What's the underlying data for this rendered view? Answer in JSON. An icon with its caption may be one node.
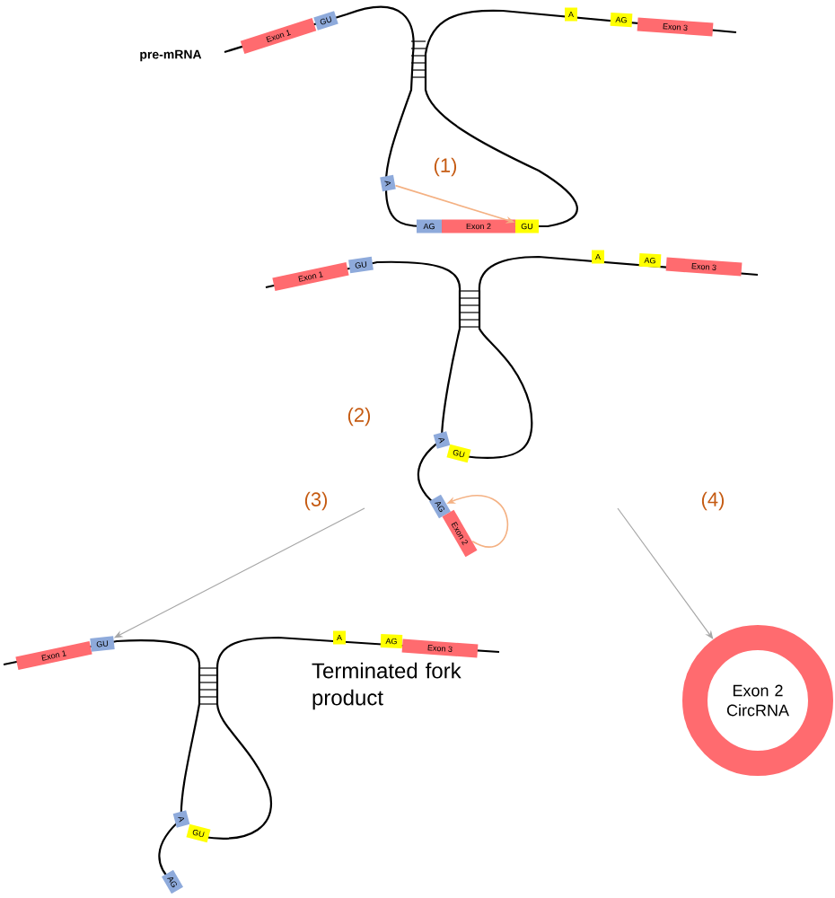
{
  "diagram": {
    "nodes": [
      {
        "text": [
          "Exon 1"
        ]
      },
      {
        "text": [
          "GU"
        ]
      },
      {
        "text": [
          "A"
        ]
      },
      {
        "text": [
          "AG"
        ]
      },
      {
        "text": [
          "Exon 3"
        ]
      },
      {
        "text": [
          "A"
        ]
      },
      {
        "text": [
          "AG"
        ]
      },
      {
        "text": [
          "Exon 2"
        ]
      },
      {
        "text": [
          "GU"
        ]
      },
      {
        "text": [
          "Exon 1"
        ]
      },
      {
        "text": [
          "GU"
        ]
      },
      {
        "text": [
          "A"
        ]
      },
      {
        "text": [
          "AG"
        ]
      },
      {
        "text": [
          "Exon 3"
        ]
      },
      {
        "text": [
          "A"
        ]
      },
      {
        "text": [
          "GU"
        ]
      },
      {
        "text": [
          "AG"
        ]
      },
      {
        "text": [
          "Exon 2"
        ]
      },
      {
        "text": [
          "Exon 1"
        ]
      },
      {
        "text": [
          "GU"
        ]
      },
      {
        "text": [
          "A"
        ]
      },
      {
        "text": [
          "AG"
        ]
      },
      {
        "text": [
          "Exon 3"
        ]
      },
      {
        "text": [
          "A"
        ]
      },
      {
        "text": [
          "GU"
        ]
      },
      {
        "text": [
          "AG"
        ]
      },
      {
        "text": [
          "Exon 2 CircRNA"
        ]
      }
    ],
    "edges": [
      {
        "from": 5,
        "to": 8,
        "arrow": "to",
        "color": "#f4b183"
      },
      {
        "from": 17,
        "to": 16,
        "arrow": "to",
        "color": "#f4b183"
      },
      {
        "from": null,
        "to": 19,
        "arrow": "to",
        "color": "#a6a6a6"
      },
      {
        "from": null,
        "to": 26,
        "arrow": "to",
        "color": "#a6a6a6"
      }
    ],
    "labels": [
      "pre-mRNA",
      "(1)",
      "(2)",
      "(3)",
      "(4)",
      "Terminated fork product"
    ]
  }
}
